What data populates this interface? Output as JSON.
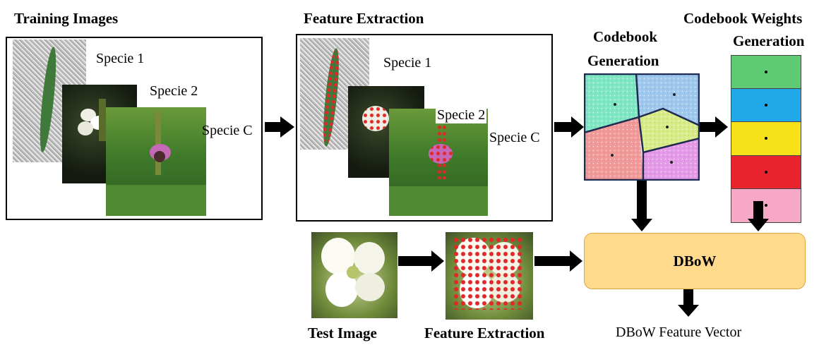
{
  "headings": {
    "training_images": "Training Images",
    "feature_extraction_top": "Feature Extraction",
    "codebook_generation_line1": "Codebook",
    "codebook_generation_line2": "Generation",
    "codebook_weights_line1": "Codebook Weights",
    "codebook_weights_line2": "Generation",
    "test_image": "Test Image",
    "feature_extraction_bottom": "Feature Extraction"
  },
  "training_panel": {
    "species": [
      "Specie 1",
      "Specie 2",
      "Specie C"
    ]
  },
  "feature_panel": {
    "species": [
      "Specie 1",
      "Specie 2",
      "Specie C"
    ]
  },
  "dbow": {
    "label": "DBoW",
    "output_label": "DBoW Feature Vector"
  },
  "codebook_weights": {
    "colors": [
      "#5ecb72",
      "#21a8e8",
      "#f7e21a",
      "#e8232e",
      "#f7a8c6"
    ]
  },
  "codebook_regions": {
    "colors": [
      "#7ee8c4",
      "#9ec8ee",
      "#f29a9a",
      "#d8ec86",
      "#e49ae8"
    ]
  },
  "icons": [
    "arrow-right-icon",
    "arrow-down-icon"
  ]
}
